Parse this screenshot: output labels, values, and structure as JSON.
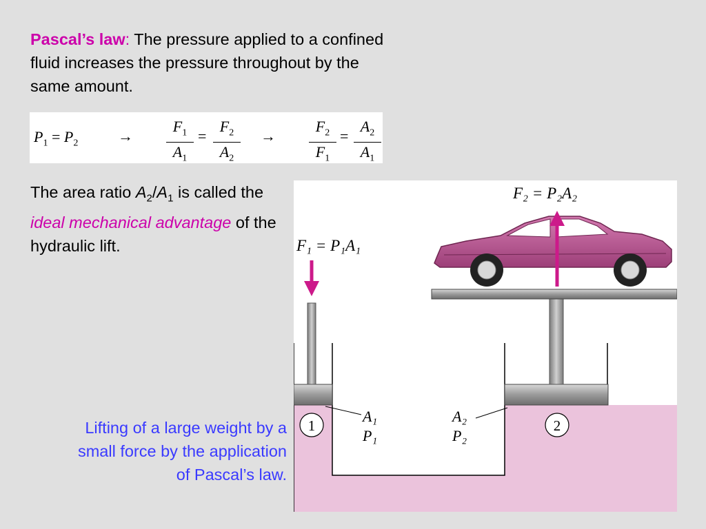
{
  "intro": {
    "term": "Pascal’s law",
    "colon": ":",
    "text": " The pressure applied to a confined fluid increases the pressure throughout by the same amount."
  },
  "formula": {
    "p1": "P",
    "p1_sub": "1",
    "eq1": "=",
    "p2": "P",
    "p2_sub": "2",
    "arrow1": "→",
    "f1": "F",
    "f1_sub": "1",
    "a1": "A",
    "a1_sub": "1",
    "eq2": "=",
    "f2": "F",
    "f2_sub": "2",
    "a2": "A",
    "a2_sub": "2",
    "arrow2": "→",
    "f2b": "F",
    "f2b_sub": "2",
    "f1b": "F",
    "f1b_sub": "1",
    "eq3": "=",
    "a2b": "A",
    "a2b_sub": "2",
    "a1b": "A",
    "a1b_sub": "1"
  },
  "ratio": {
    "t1": "The area ratio ",
    "a2": "A",
    "a2_sub": "2",
    "slash": "/",
    "a1": "A",
    "a1_sub": "1",
    "t2": " is called the ",
    "term": "ideal mechanical advantage",
    "t3": " of the hydraulic lift."
  },
  "caption": "Lifting of a large weight by a small force by the application of Pascal’s law.",
  "diagram": {
    "f2_label": "F₂ = P₂A₂",
    "f1_label": "F₁ = P₁A₁",
    "circle1": "1",
    "circle2": "2",
    "a1_label": "A₁",
    "p1_label": "P₁",
    "a2_label": "A₂",
    "p2_label": "P₂",
    "colors": {
      "fluid": "#ebc3dc",
      "arrow": "#cc1a8a",
      "car_body": "#c25b9a",
      "piston": "#a0a0a0"
    }
  }
}
